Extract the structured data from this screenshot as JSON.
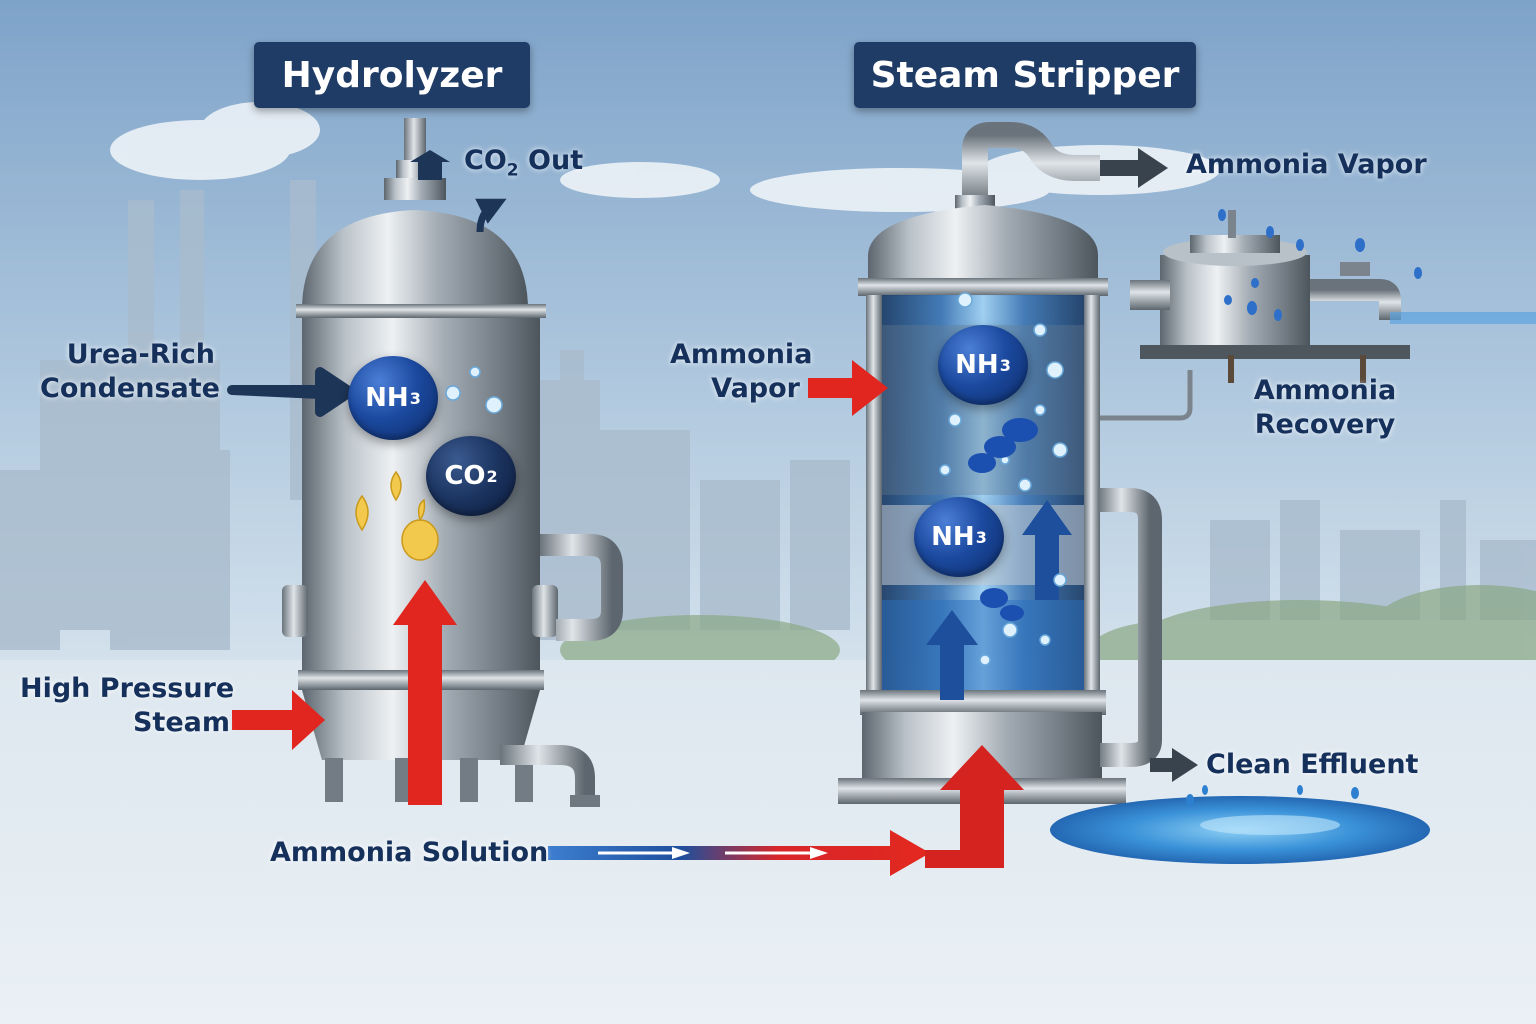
{
  "diagram": {
    "titles": {
      "hydrolyzer": "Hydrolyzer",
      "steam_stripper": "Steam Stripper"
    },
    "labels": {
      "co2_out": {
        "main": "CO",
        "sub": "2",
        "rest": " Out"
      },
      "urea_rich": [
        "Urea-Rich",
        "Condensate"
      ],
      "high_pressure": [
        "High Pressure",
        "Steam"
      ],
      "ammonia_solution": "Ammonia Solution",
      "ammonia_vapor_in": [
        "Ammonia",
        "Vapor"
      ],
      "ammonia_vapor_out": "Ammonia Vapor",
      "ammonia_recovery": [
        "Ammonia",
        "Recovery"
      ],
      "clean_effluent": "Clean Effluent"
    },
    "molecules": {
      "nh3": {
        "main": "NH",
        "sub": "3"
      },
      "co2": {
        "main": "CO",
        "sub": "2"
      }
    },
    "colors": {
      "title_bg": "#1f3c66",
      "label_text": "#15305a",
      "hot_arrow": "#e0261e",
      "cold_arrow": "#1e4f9c",
      "dark_arrow": "#1d3557",
      "steel": "#9aa4ad",
      "water": "#3d8fd6"
    }
  }
}
